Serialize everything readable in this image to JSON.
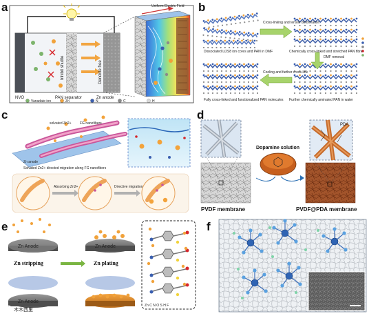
{
  "panels": {
    "a": {
      "label": "a",
      "labels": {
        "nvo": "NVO",
        "separator": "PAN separator",
        "anode": "Zn anode",
        "inhibit": "Inhibit shuttle",
        "dendrite": "Dendrite free",
        "field": "Uniform Electric Field"
      },
      "legend": [
        {
          "name": "Vanadate ion",
          "color": "#7db46c"
        },
        {
          "name": "Zn",
          "color": "#f1a23a"
        },
        {
          "name": "N",
          "color": "#3a5fb0"
        },
        {
          "name": "C",
          "color": "#8b8b8b"
        },
        {
          "name": "H",
          "color": "#d9d9d9"
        }
      ]
    },
    "b": {
      "label": "b",
      "captions": [
        "Dissociated Li2S8 ion cores and PAN in DMF",
        "Chemically cross-linked and stretched PAN fibre",
        "Fully cross-linked and functionalized PAN molecules",
        "Further chemically aminated PAN in water"
      ],
      "arrows": [
        "Cross-linking and tensile deformation",
        "DMF removal",
        "Cooling and further cross-link"
      ]
    },
    "c": {
      "label": "c",
      "labels": {
        "zn_ion": "solvated Zn2+",
        "fg": "FG nanofibers",
        "anode": "Zn anode",
        "caption": "Solvated Zn2+ directed migration along FG nanofibers",
        "step1": "Absorbing Zn2+",
        "step2": "Directive migration"
      }
    },
    "d": {
      "label": "d",
      "labels": {
        "solution": "Dopamine solution",
        "membrane1": "PVDF membrane",
        "membrane2": "PVDF@PDA membrane",
        "pda": "PDA"
      }
    },
    "e": {
      "label": "e",
      "labels": {
        "anode": "Zn Anode",
        "stripping": "Zn stripping",
        "plating": "Zn plating",
        "legend": "Zn   C   N   O   S   H   F"
      }
    },
    "f": {
      "label": "f"
    }
  },
  "watermark": "木木西里"
}
